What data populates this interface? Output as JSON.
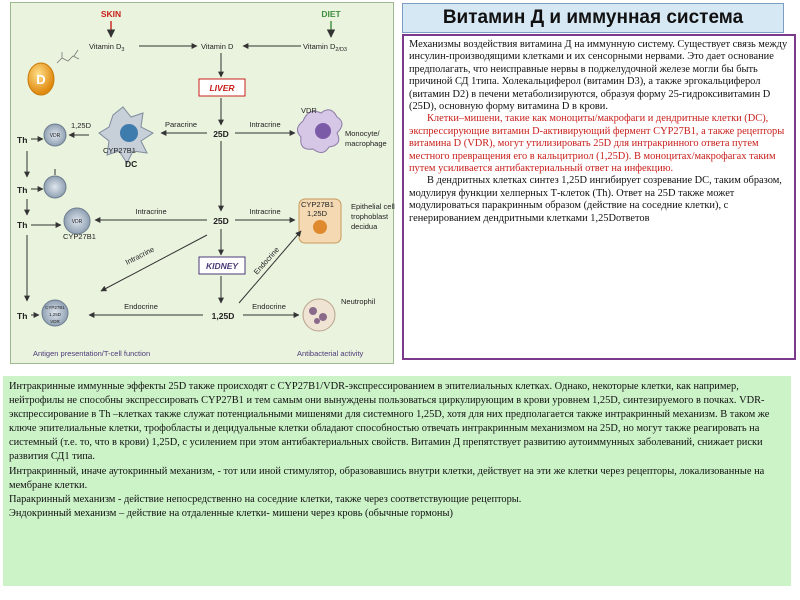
{
  "diagram": {
    "skin_label": "SKIN",
    "diet_label": "DIET",
    "vitamin_d3_left": "Vitamin D",
    "vitamin_d3_left_sub": "3",
    "vitamin_d_center": "Vitamin D",
    "vitamin_d2d3_right": "Vitamin D",
    "vitamin_d2d3_right_sub": "2/D3",
    "d_capsule_label": "D",
    "liver_label": "LIVER",
    "kidney_label": "KIDNEY",
    "th_label": "Th",
    "vdr_label": "VDR",
    "cyp27b1_label": "CYP27B1",
    "dc_label": "DC",
    "d125_label": "1,25D",
    "d25_label": "25D",
    "paracrine_label": "Paracrine",
    "intracrine_label": "Intracrine",
    "endocrine_label": "Endocrine",
    "monocyte_label": "Monocyte/",
    "macrophage_label": "macrophage",
    "epithelial_label": "Epithelial cell",
    "trophoblast_label": "trophoblast",
    "decidua_label": "decidua",
    "neutrophil_label": "Neutrophil",
    "footer_left": "Antigen presentation/T-cell function",
    "footer_right": "Antibacterial activity",
    "colors": {
      "red": "#c8201c",
      "green": "#3e8e3e",
      "purple": "#4b3a7a",
      "capsule": "#f2a81e"
    }
  },
  "title": "Витамин Д и иммунная система",
  "description": {
    "p1": "Механизмы воздействия витамина Д на иммунную систему. Существует связь между инсулин-производящими клетками и их сенсорными нервами. Это дает основание предполагать, что неисправные нервы в поджелудочной железе могли бы быть причиной СД 1типа. Холекальциферол (витамин D3), а также эргокальциферол (витамин D2) в печени метаболизируются, образуя форму 25-гидроксивитамин D (25D), основную форму витамина D в крови.",
    "p2": "Клетки–мишени, такие как моноциты/макрофаги и дендритные клетки (DC), экспрессирующие витамин D-активирующий фермент CYP27B1, а также рецепторы витамина D (VDR), могут утилизировать 25D для интракринного ответа путем местного превращения его в кальцитриол (1,25D). В моноцитах/макрофагах таким путем усиливается антибактериальный ответ на инфекцию.",
    "p3": "В дендритных клетках синтез 1,25D ингибирует созревание DC, таким образом, модулируя функции хелперных Т-клеток (Th). Ответ на 25D также может модулироваться паракринным образом (действие на соседние клетки), с генерированием дендритными клетками 1,25Dответов"
  },
  "bottom": {
    "p1": "Интракринные иммунные эффекты 25D также происходят с CYP27B1/VDR-экспрессированием в эпителиальных клетках. Однако, некоторые клетки, как например, нейтрофилы не способны экспрессировать CYP27B1 и тем самым они вынуждены пользоваться циркулирующим в крови уровнем 1,25D, синтезируемого в почках. VDR-экспрессирование в Th –клетках также служат потенциальными мишенями для системного 1,25D, хотя для них предполагается также интракринный механизм. В таком же ключе эпителиальные клетки, трофобласты и децидуальные клетки обладают способностью отвечать интракринным механизмом на 25D, но могут также реагировать на системный (т.е. то, что в крови) 1,25D, с усилением при этом антибактериальных свойств.           Витамин Д препятствует развитию аутоиммунных заболеваний, снижает риски развития СД1 типа.",
    "p2": "Интракринный, иначе аутокринный механизм, - тот или иной стимулятор, образовавшись внутри клетки, действует на эти же клетки через рецепторы, локализованные на мембране клетки.",
    "p3": "Паракринный механизм - действие непосредственно на соседние клетки, также через соответствующие рецепторы.",
    "p4": "Эндокринный механизм – действие на отдаленные клетки- мишени через кровь (обычные гормоны)"
  }
}
